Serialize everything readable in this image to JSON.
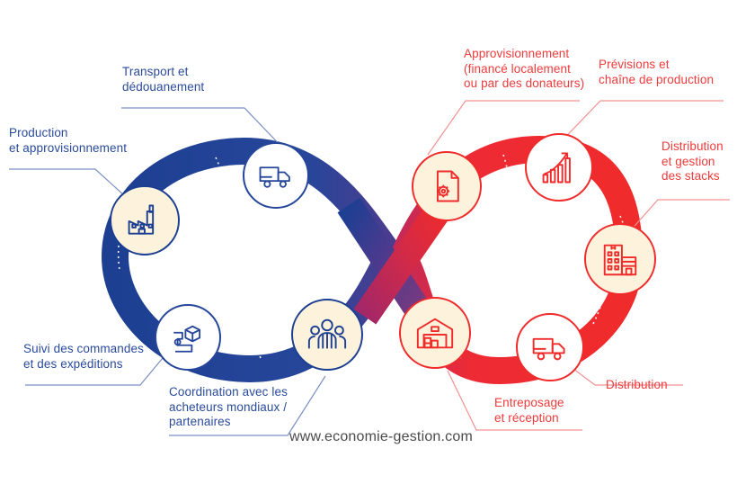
{
  "graphic": {
    "title": "Chaine d'approvisionnement - boucle infinie",
    "watermark": "www.economie-gestion.com",
    "colors": {
      "blue_dark": "#1d3f92",
      "blue_mid": "#2a4b9b",
      "blue_label": "#2a4b9b",
      "red": "#ef2b2b",
      "red_label": "#ef3b3b",
      "purple_cross": "#7d3a7e",
      "magenta_cross": "#b5285c",
      "cream": "#fdf3dc",
      "white": "#ffffff",
      "watermark_text": "#4a4a4a"
    }
  },
  "left_loop": {
    "side": "blue",
    "nodes": [
      {
        "id": "production",
        "icon": "factory-icon",
        "fill": "cream",
        "label": "Production\net approvisionnement",
        "label_color": "#2a4b9b"
      },
      {
        "id": "transport",
        "icon": "truck-icon",
        "fill": "white",
        "label": "Transport et\ndédouanement",
        "label_color": "#2a4b9b"
      },
      {
        "id": "suivi",
        "icon": "package-tracking-icon",
        "fill": "white",
        "label": "Suivi des commandes\net des expéditions",
        "label_color": "#2a4b9b"
      },
      {
        "id": "coordination",
        "icon": "team-people-icon",
        "fill": "cream",
        "label": "Coordination avec les\nacheteurs mondiaux /\npartenaires",
        "label_color": "#2a4b9b"
      }
    ]
  },
  "right_loop": {
    "side": "red",
    "nodes": [
      {
        "id": "approvisionnement",
        "icon": "document-gear-icon",
        "fill": "cream",
        "label": "Approvisionnement\n(financé localement\nou par des donateurs)",
        "label_color": "#ef3b3b"
      },
      {
        "id": "previsions",
        "icon": "growth-chart-icon",
        "fill": "white",
        "label": "Prévisions et\nchaîne de production",
        "label_color": "#ef3b3b"
      },
      {
        "id": "distribution-stocks",
        "icon": "hospital-building-icon",
        "fill": "cream",
        "label": "Distribution\net gestion\ndes stacks",
        "label_color": "#ef3b3b"
      },
      {
        "id": "distribution",
        "icon": "delivery-truck-icon",
        "fill": "white",
        "label": "Distribution",
        "label_color": "#ef3b3b"
      },
      {
        "id": "entreposage",
        "icon": "warehouse-icon",
        "fill": "cream",
        "label": "Entreposage\net réception",
        "label_color": "#ef3b3b"
      }
    ]
  }
}
